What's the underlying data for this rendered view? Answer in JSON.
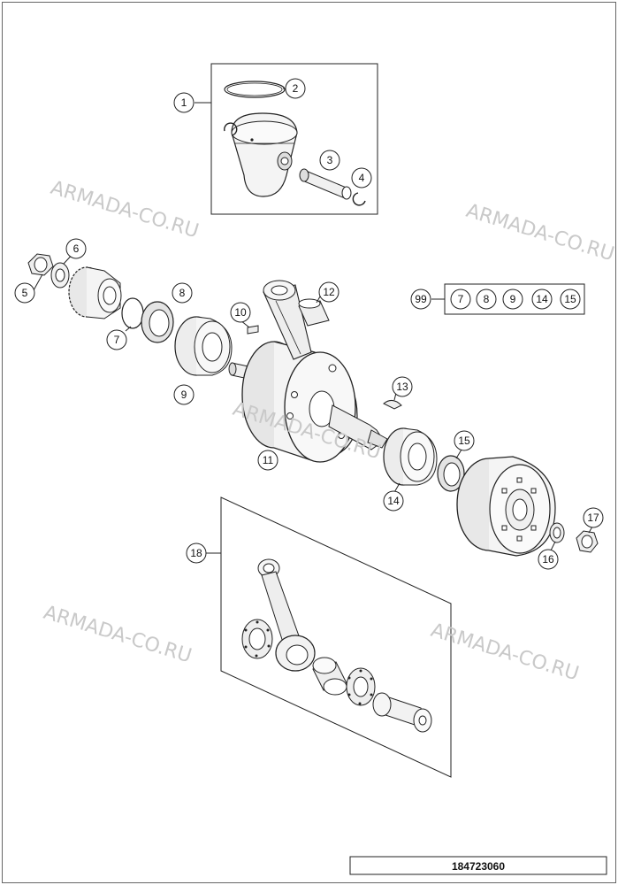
{
  "callouts": {
    "c1": "1",
    "c2": "2",
    "c3": "3",
    "c4": "4",
    "c5": "5",
    "c6": "6",
    "c7a": "7",
    "c8a": "8",
    "c9a": "9",
    "c10": "10",
    "c11": "11",
    "c12": "12",
    "c13": "13",
    "c14a": "14",
    "c15a": "15",
    "c16": "16",
    "c17": "17",
    "c18": "18"
  },
  "kit": {
    "label": "99",
    "items": [
      "7",
      "8",
      "9",
      "14",
      "15"
    ]
  },
  "watermark": "ARMADA-CO.RU",
  "diagram_code": "184723060",
  "colors": {
    "line": "#222222",
    "watermark": "#c9c9c9",
    "part_fill": "#f2f2f2",
    "shade": "#cfcfcf"
  }
}
